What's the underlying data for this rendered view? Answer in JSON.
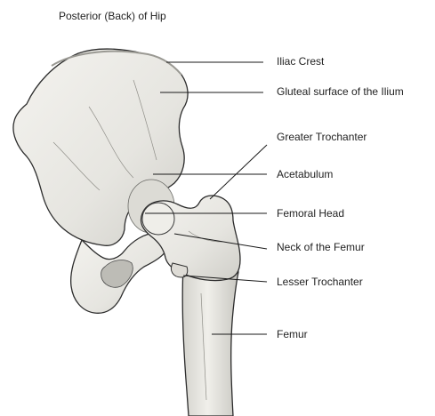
{
  "title": "Posterior (Back) of Hip",
  "labels": {
    "iliac_crest": "Iliac Crest",
    "gluteal_surface": "Gluteal surface of the Ilium",
    "greater_trochanter": "Greater Trochanter",
    "acetabulum": "Acetabulum",
    "femoral_head": "Femoral Head",
    "neck_of_femur": "Neck of the Femur",
    "lesser_trochanter": "Lesser Trochanter",
    "femur": "Femur"
  },
  "colors": {
    "bone_fill": "#ecebe6",
    "bone_shade": "#c9c8c2",
    "bone_outline": "#2c2c2c",
    "leader_line": "#1a1a1a",
    "text": "#222222"
  }
}
